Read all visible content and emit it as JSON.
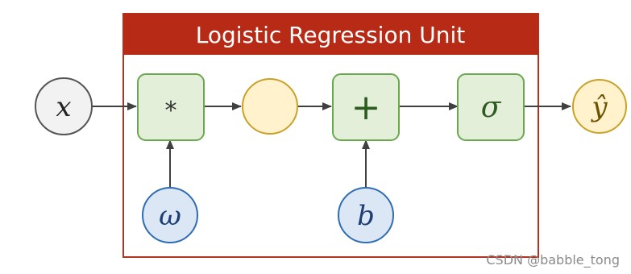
{
  "title": "Logistic Regression Unit",
  "nodes": {
    "input_x": "x",
    "mult_op": "*",
    "intermediate": "",
    "add_op": "+",
    "sigmoid_op": "σ",
    "weight_w": "ω",
    "bias_b": "b",
    "output_y": "ŷ"
  },
  "watermark": "CSDN @babble_tong",
  "colors": {
    "frame_border": "#b33321",
    "title_bar": "#b62a16",
    "op_fill": "#e4efd9",
    "op_stroke": "#6aa84f",
    "param_fill": "#dbe7f5",
    "param_stroke": "#2f6db3",
    "yellow_fill": "#fff2cc",
    "yellow_stroke": "#c9a227",
    "gray_fill": "#f2f2f2",
    "gray_stroke": "#555555",
    "arrow": "#404040"
  }
}
